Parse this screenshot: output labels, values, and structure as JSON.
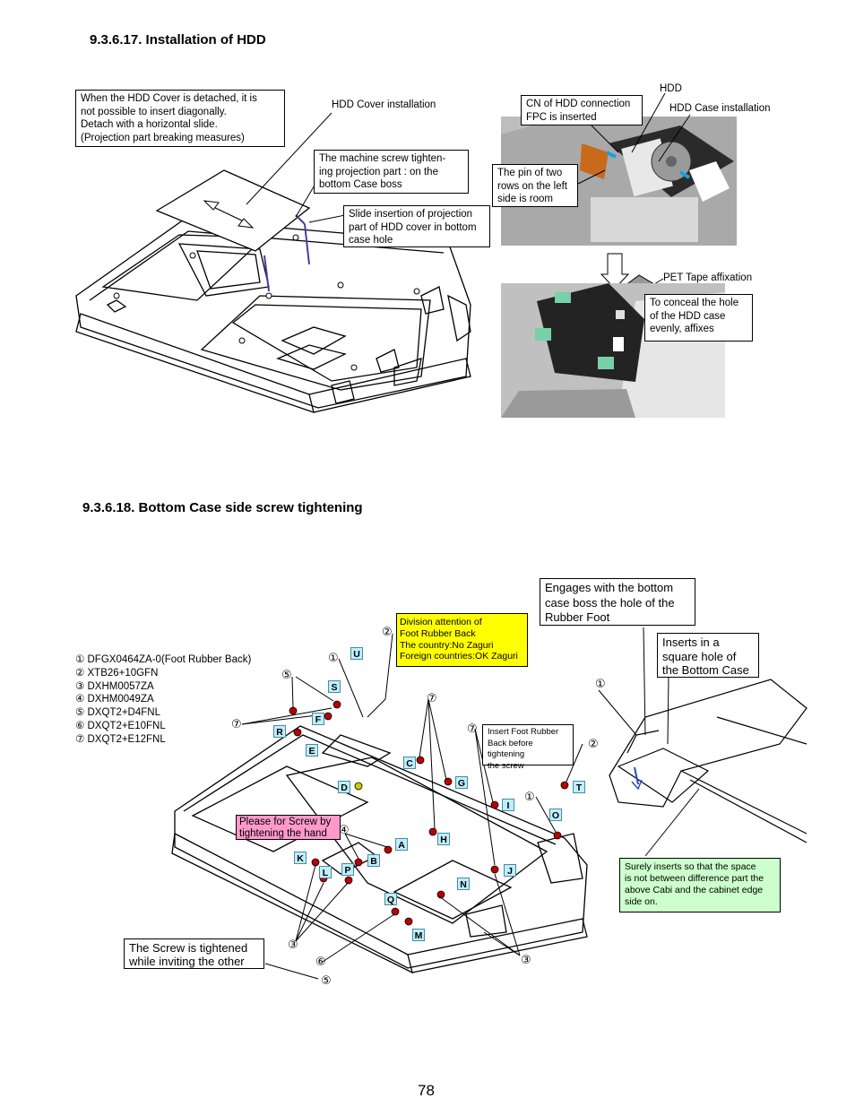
{
  "section1": {
    "title": "9.3.6.17. Installation of HDD",
    "note_detach": "When the HDD Cover is detached, it is\nnot possible to insert diagonally.\nDetach with a horizontal slide.\n(Projection part breaking measures)",
    "label_cover_install": "HDD Cover installation",
    "note_screw_projection": "The machine screw tighten-\ning projection part : on the\nbottom Case boss",
    "note_slide_insertion": "Slide insertion of projection\npart of HDD cover in bottom\ncase hole",
    "note_cn_connection": "CN of HDD connection\nFPC is inserted",
    "label_hdd": "HDD",
    "label_case_install": "HDD Case installation",
    "note_pin_rows": "The pin of two\nrows on the left\nside is room",
    "label_pet_tape": "PET Tape affixation",
    "note_conceal": "To conceal the hole\nof the HDD case\nevenly,  affixes"
  },
  "section2": {
    "title": "9.3.6.18. Bottom Case side screw tightening",
    "parts": [
      "① DFGX0464ZA-0(Foot Rubber Back)",
      "② XTB26+10GFN",
      "③ DXHM0057ZA",
      "④ DXHM0049ZA",
      "⑤ DXQT2+D4FNL",
      "⑥ DXQT2+E10FNL",
      "⑦ DXQT2+E12FNL"
    ],
    "note_division": "Division attention of\nFoot Rubber Back\nThe country:No Zaguri\nForeign countries:OK Zaguri",
    "note_engages": "Engages with the bottom\ncase boss the hole of the\nRubber Foot",
    "note_inserts": "Inserts in a\nsquare hole of\nthe Bottom Case",
    "note_insert_foot": "Insert Foot Rubber\nBack before tightening\nthe screw",
    "note_please": "Please for Screw by\ntightening the hand",
    "note_tightened": "The Screw is tightened\nwhile inviting the other",
    "note_surely": "Surely inserts so that the space\nis not between difference part the\nabove Cabi and the cabinet edge\nside on.",
    "markers": {
      "m1": "①",
      "m2": "②",
      "m3": "③",
      "m4": "④",
      "m5": "⑤",
      "m6": "⑥",
      "m7": "⑦"
    },
    "tags": [
      "U",
      "S",
      "F",
      "R",
      "E",
      "C",
      "G",
      "D",
      "I",
      "O",
      "T",
      "A",
      "H",
      "B",
      "K",
      "L",
      "P",
      "J",
      "N",
      "Q",
      "M"
    ]
  },
  "page_number": "78",
  "colors": {
    "yellow_note": "#ffff00",
    "pink_note": "#ff99cc",
    "green_note": "#ccffcc",
    "tag_fill": "#bfeeff",
    "photo_gray": "#b8b8b8"
  }
}
